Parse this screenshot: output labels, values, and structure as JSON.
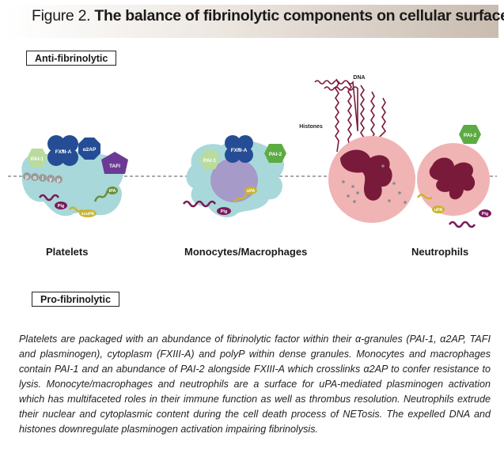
{
  "figure": {
    "number_label": "Figure 2.",
    "title_text": "The balance of fibrinolytic components on cellular surfaces"
  },
  "tags": {
    "anti": "Anti-fibrinolytic",
    "pro": "Pro-fibrinolytic"
  },
  "cells": {
    "platelets": "Platelets",
    "monocytes": "Monocytes/Macrophages",
    "neutrophils": "Neutrophils"
  },
  "molecules": {
    "pai1": "PAI-1",
    "pai2": "PAI-2",
    "fxiiia": "FXIII-A",
    "a2ap": "α2AP",
    "tafi": "TAFI",
    "tpa": "tPA",
    "upa": "uPA",
    "scupa": "scuPA",
    "plg": "Plg",
    "polyp_p1": "p",
    "polyp_o": "o",
    "polyp_l": "l",
    "polyp_y": "y",
    "polyp_p2": "p",
    "dna": "DNA",
    "histones": "Histones"
  },
  "colors": {
    "pai": "#b9dc9e",
    "pai2": "#5cab43",
    "fxiiia": "#254d96",
    "a2ap": "#254d96",
    "tafi": "#6b3a94",
    "platelet": "#a9d8da",
    "monocyte": "#a9d8da",
    "neutrophil": "#f0b4b4",
    "nucleus": "#7a1a3a",
    "plasminogen": "#7a1a5a",
    "upa": "#c8b530"
  },
  "caption": "Platelets are packaged with an abundance of fibrinolytic factor within their α-granules (PAI-1, α2AP, TAFI and plasminogen), cytoplasm (FXIII-A) and polyP within dense granules. Monocytes and macrophages contain PAI-1 and an abundance of PAI-2 alongside FXIII-A which crosslinks α2AP to confer resistance to lysis. Monocyte/macrophages and neutrophils are a surface for uPA-mediated plasminogen activation which has multifaceted roles in their immune function as well as thrombus resolution. Neutrophils extrude their nuclear and cytoplasmic content during the cell death process of NETosis.  The expelled DNA and histones downregulate plasminogen activation impairing fibrinolysis."
}
